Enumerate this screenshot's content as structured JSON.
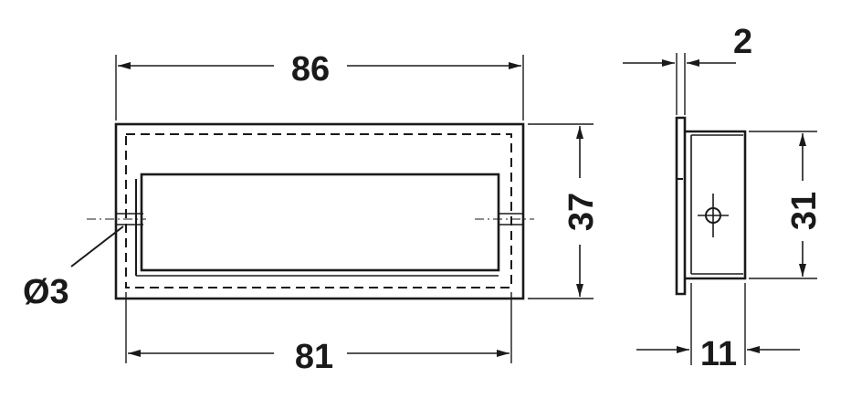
{
  "drawing": {
    "front_view": {
      "width_overall": "86",
      "width_inner": "81",
      "height_overall": "37",
      "hole_diameter": "Ø3"
    },
    "side_view": {
      "flange_thickness": "2",
      "height": "31",
      "depth": "11"
    }
  }
}
